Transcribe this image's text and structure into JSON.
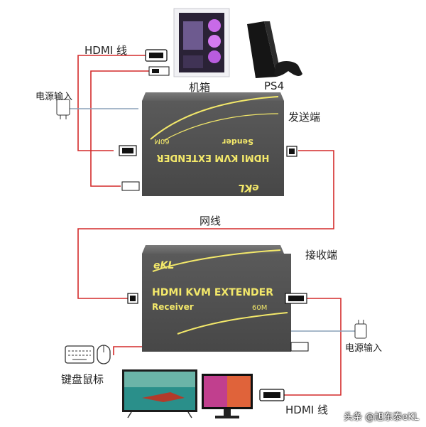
{
  "labels": {
    "hdmi_cable_top": "HDMI 线",
    "pc_case": "机箱",
    "ps4": "PS4",
    "power_input_top": "电源输入",
    "sender_side": "发送端",
    "network_cable": "网线",
    "receiver_side": "接收端",
    "power_input_bottom": "电源输入",
    "keyboard_mouse": "键盘鼠标",
    "hdmi_cable_bottom": "HDMI 线"
  },
  "sender_device": {
    "brand": "eKL",
    "title": "HDMI KVM EXTENDER",
    "role": "Sender",
    "distance": "60M"
  },
  "receiver_device": {
    "brand": "eKL",
    "title": "HDMI KVM EXTENDER",
    "role": "Receiver",
    "distance": "60M"
  },
  "watermark": "头条 @旭东泰eKL",
  "colors": {
    "cable_red": "#d42a2a",
    "device_body": "#5b5b5b",
    "device_top": "#6e6e6e",
    "accent_yellow": "#f3e86a",
    "power_line": "#8aa0b8"
  }
}
